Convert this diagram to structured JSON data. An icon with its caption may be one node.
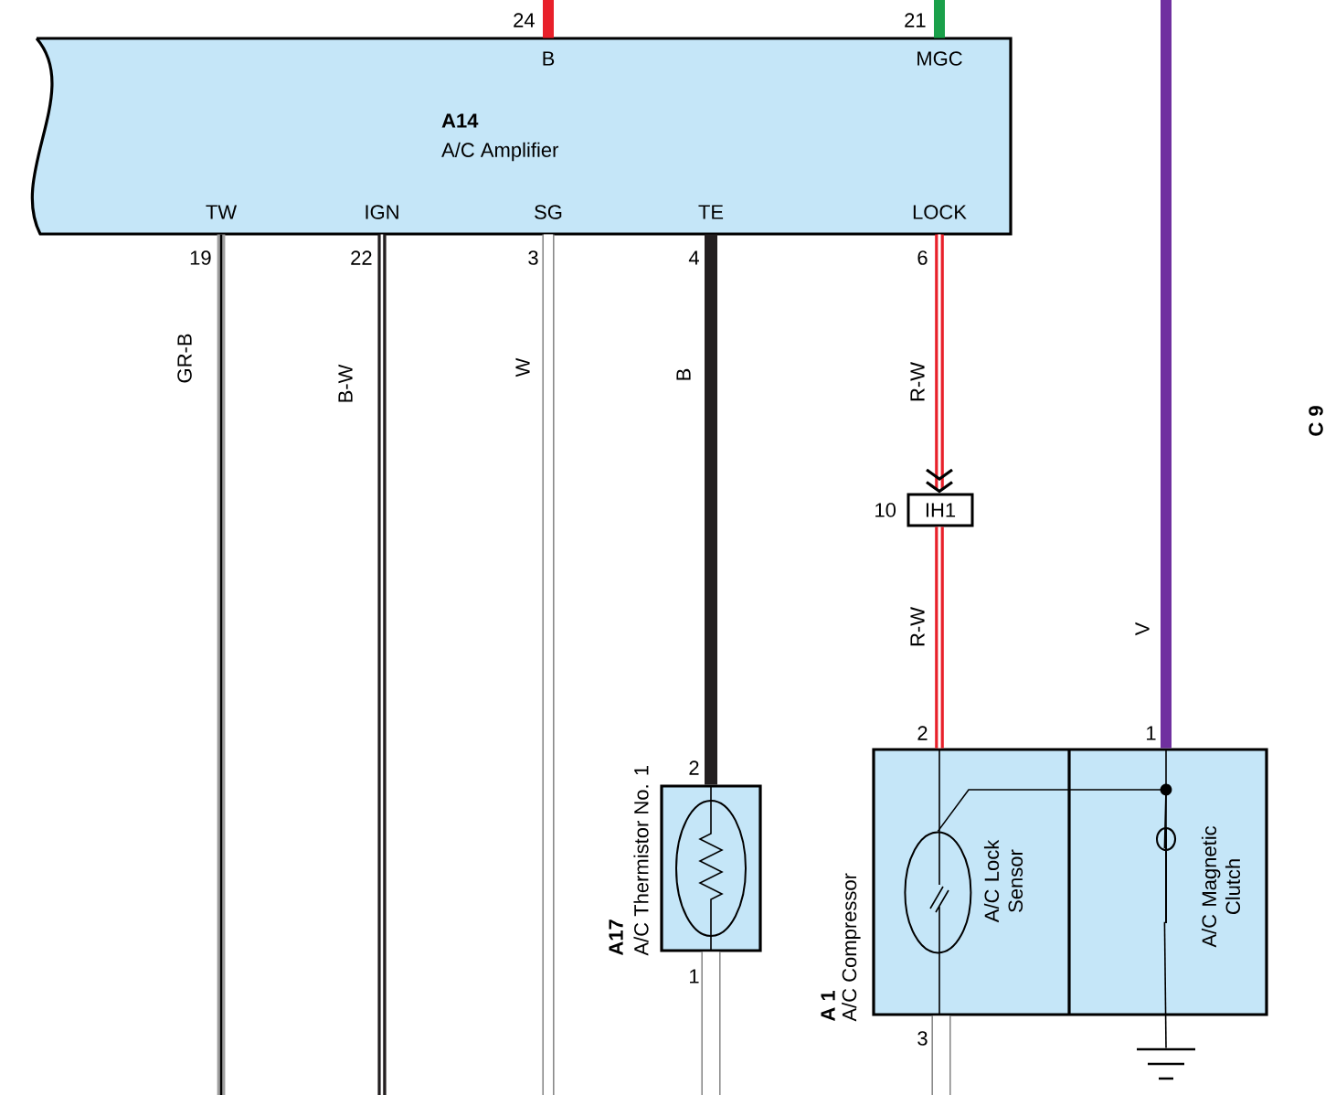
{
  "diagram": {
    "nodes": [
      {
        "text": [
          "A14",
          "A/C Amplifier"
        ]
      },
      {
        "text": [
          "IH1"
        ],
        "beside": [
          "10"
        ]
      },
      {
        "text": [
          "A17",
          "A/C Thermistor No. 1"
        ]
      },
      {
        "text": [
          "A 1",
          "A/C Compressor"
        ]
      },
      {
        "text": [],
        "shape": "oval",
        "beside": [
          "A/C Lock Sensor"
        ],
        "in": 3
      },
      {
        "text": [],
        "shape": "coil",
        "beside": [
          "A/C Magnetic Clutch"
        ],
        "in": 3
      },
      {
        "text": [],
        "shape": "ground"
      }
    ],
    "edges": [
      {
        "from": null,
        "to": 0,
        "arrow": "none",
        "color": "#e8202a"
      },
      {
        "from": null,
        "to": 0,
        "arrow": "none",
        "color": "#1aa04a"
      },
      {
        "from": 0,
        "to": null,
        "arrow": "none",
        "label": "GR-B",
        "color": "#a0a0a0"
      },
      {
        "from": 0,
        "to": null,
        "arrow": "none",
        "label": "B-W",
        "color": "#231f20"
      },
      {
        "from": 0,
        "to": null,
        "arrow": "none",
        "label": "W",
        "color": "#8a8a8a"
      },
      {
        "from": 0,
        "to": 2,
        "arrow": "none",
        "label": "B",
        "color": "#231f20"
      },
      {
        "from": 0,
        "to": 1,
        "arrow": "to",
        "label": "R-W",
        "color": "#e8202a"
      },
      {
        "from": 1,
        "to": 3,
        "arrow": "none",
        "label": "R-W",
        "color": "#e8202a"
      },
      {
        "from": null,
        "to": 3,
        "arrow": "none",
        "label": "V",
        "color": "#7030a0"
      },
      {
        "from": 2,
        "to": null,
        "arrow": "none",
        "color": "#8a8a8a"
      },
      {
        "from": 3,
        "to": null,
        "arrow": "none",
        "color": "#8a8a8a"
      },
      {
        "from": 4,
        "to": 5,
        "arrow": "none",
        "color": "#000000"
      },
      {
        "from": 5,
        "to": 6,
        "arrow": "none",
        "color": "#000000"
      }
    ],
    "labels": [
      "24",
      "21",
      "B",
      "MGC",
      "TW",
      "IGN",
      "SG",
      "TE",
      "LOCK",
      "19",
      "22",
      "3",
      "4",
      "6",
      "C 9",
      "2",
      "2",
      "1",
      "1",
      "3"
    ]
  }
}
